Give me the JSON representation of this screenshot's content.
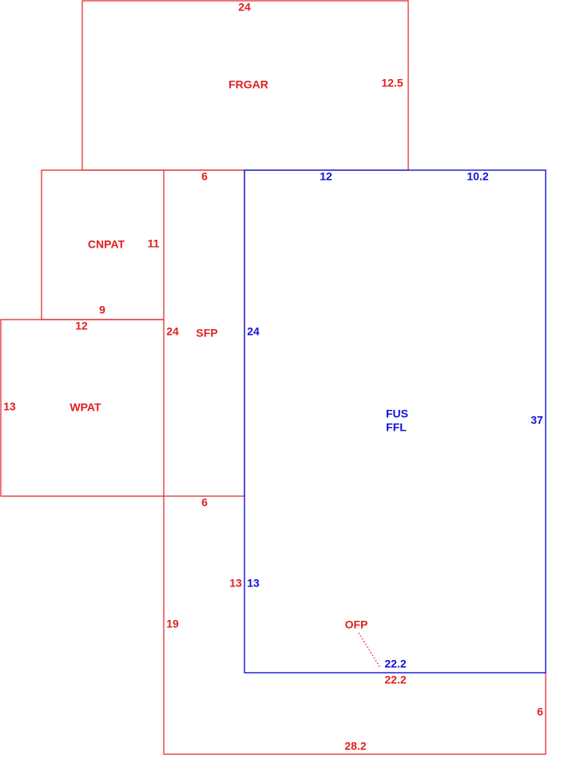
{
  "colors": {
    "outbuilding": "#e02020",
    "main_structure": "#1010d8"
  },
  "areas": {
    "frgar": {
      "label": "FRGAR",
      "dims": {
        "top": "24",
        "right": "12.5"
      }
    },
    "cnpat": {
      "label": "CNPAT",
      "dims": {
        "right": "11",
        "bottom": "9"
      }
    },
    "wpat": {
      "label": "WPAT",
      "dims": {
        "top": "12",
        "left": "13"
      }
    },
    "sfp": {
      "label": "SFP",
      "dims": {
        "top": "6",
        "left": "24",
        "bottom": "6"
      }
    },
    "fus": {
      "label_line1": "FUS",
      "label_line2": "FFL",
      "dims": {
        "top_left": "12",
        "top_right": "10.2",
        "left_upper": "24",
        "right": "37",
        "left_lower": "13",
        "bottom": "22.2"
      }
    },
    "ofp": {
      "label": "OFP",
      "dims": {
        "top": "22.2",
        "right_inner": "13",
        "left": "19",
        "right": "6",
        "bottom": "28.2"
      }
    }
  }
}
